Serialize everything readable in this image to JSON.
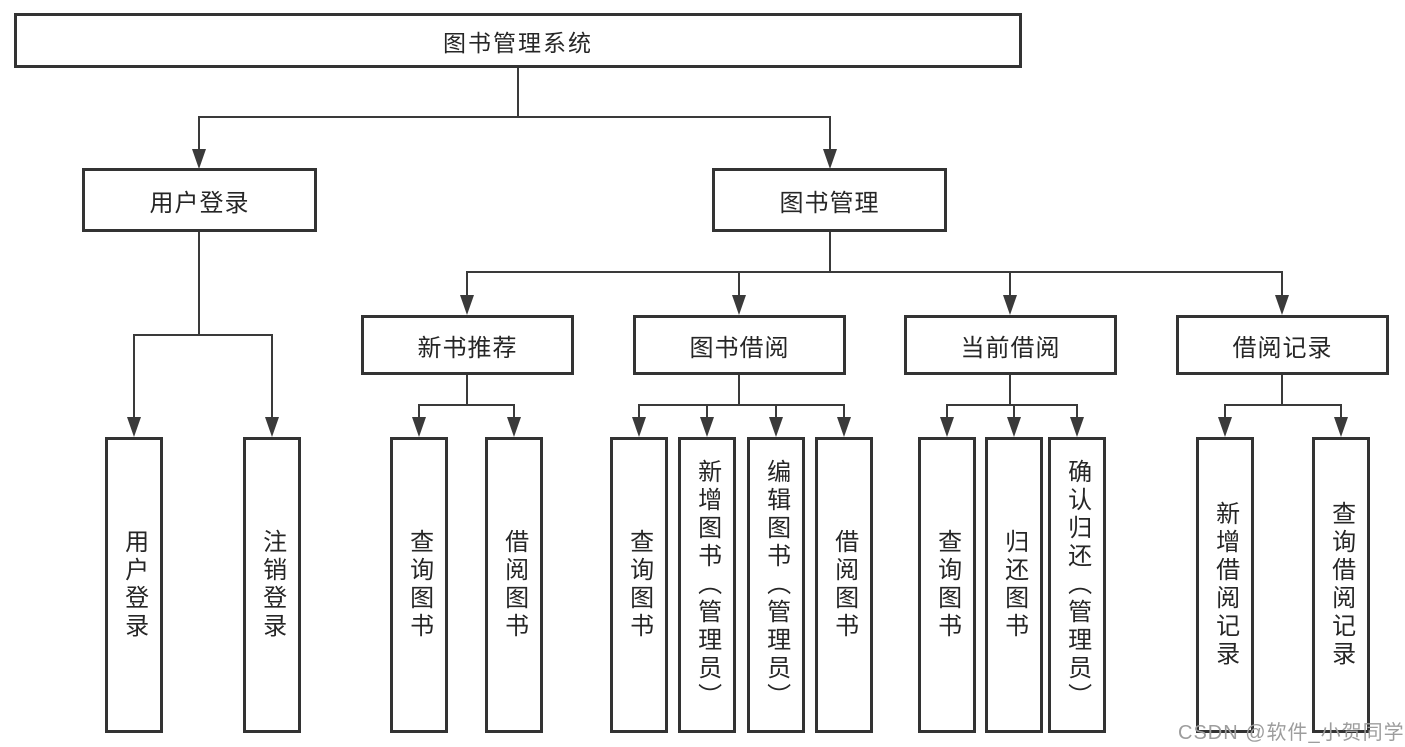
{
  "tree": {
    "label": "图书管理系统",
    "children": [
      {
        "label": "用户登录",
        "children": [
          {
            "label": "用户登录"
          },
          {
            "label": "注销登录"
          }
        ]
      },
      {
        "label": "图书管理",
        "children": [
          {
            "label": "新书推荐",
            "children": [
              {
                "label": "查询图书"
              },
              {
                "label": "借阅图书"
              }
            ]
          },
          {
            "label": "图书借阅",
            "children": [
              {
                "label": "查询图书"
              },
              {
                "label": "新增图书（管理员）"
              },
              {
                "label": "编辑图书（管理员）"
              },
              {
                "label": "借阅图书"
              }
            ]
          },
          {
            "label": "当前借阅",
            "children": [
              {
                "label": "查询图书"
              },
              {
                "label": "归还图书"
              },
              {
                "label": "确认归还（管理员）"
              }
            ]
          },
          {
            "label": "借阅记录",
            "children": [
              {
                "label": "新增借阅记录"
              },
              {
                "label": "查询借阅记录"
              }
            ]
          }
        ]
      }
    ]
  },
  "watermark": "CSDN @软件_小贺同学",
  "colors": {
    "line": "#3a3a3a",
    "box_border": "#333333",
    "text": "#262626",
    "watermark": "#9d9d9d",
    "background": "#ffffff"
  }
}
